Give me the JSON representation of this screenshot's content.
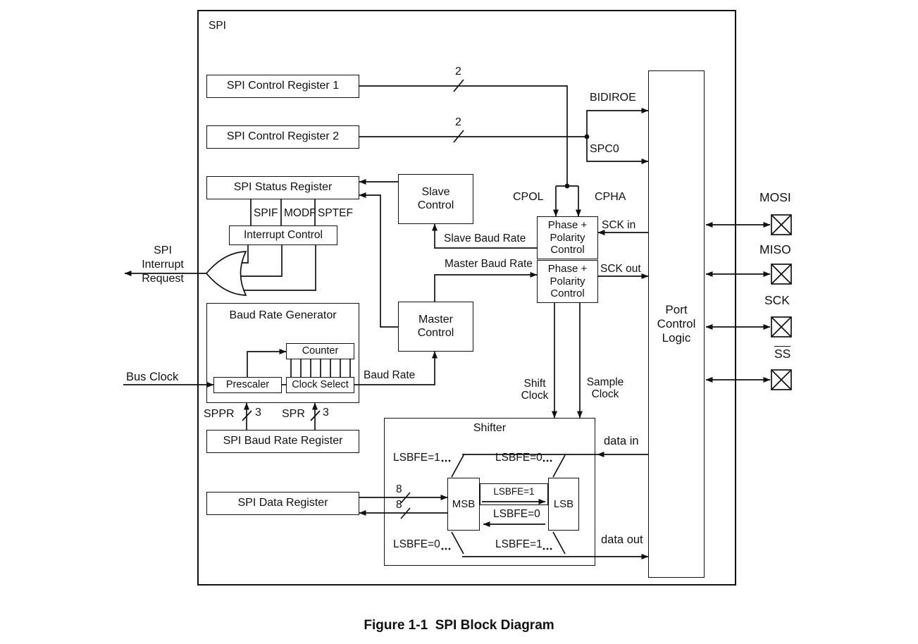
{
  "diagram": {
    "title": "SPI",
    "caption": "Figure 1-1  SPI Block Diagram",
    "boxes": {
      "ctrl_reg1": "SPI Control Register 1",
      "ctrl_reg2": "SPI Control Register 2",
      "status_reg": "SPI Status Register",
      "interrupt_ctrl": "Interrupt Control",
      "slave_ctrl": "Slave Control",
      "master_ctrl": "Master Control",
      "phase_polarity_top": "Phase + Polarity Control",
      "phase_polarity_bottom": "Phase + Polarity Control",
      "baud_rate_generator": "Baud Rate Generator",
      "counter": "Counter",
      "prescaler": "Prescaler",
      "clock_select": "Clock Select",
      "baud_rate_reg": "SPI Baud Rate Register",
      "data_reg": "SPI Data Register",
      "port_control": "Port Control Logic",
      "shifter": "Shifter",
      "msb": "MSB",
      "lsb": "LSB",
      "shift_dir_set": "LSBFE=1"
    },
    "labels": {
      "bus_width_ctrl1": "2",
      "bus_width_ctrl2": "2",
      "bidiroe": "BIDIROE",
      "spc0": "SPC0",
      "cpol": "CPOL",
      "cpha": "CPHA",
      "sck_in": "SCK in",
      "sck_out": "SCK out",
      "slave_baud_rate": "Slave Baud Rate",
      "master_baud_rate": "Master Baud Rate",
      "baud_rate": "Baud Rate",
      "spif": "SPIF",
      "modf": "MODF",
      "sptef": "SPTEF",
      "interrupt_request": "SPI Interrupt Request",
      "bus_clock": "Bus Clock",
      "sppr": "SPPR",
      "sppr_width": "3",
      "spr": "SPR",
      "spr_width": "3",
      "shift_clock": "Shift Clock",
      "sample_clock": "Sample Clock",
      "data_width_in": "8",
      "data_width_out": "8",
      "lsbfe1_data_in": "LSBFE=1",
      "lsbfe0_data_in": "LSBFE=0",
      "shift_dir_clear": "LSBFE=0",
      "lsbfe0_data_out": "LSBFE=0",
      "lsbfe1_data_out": "LSBFE=1",
      "data_in": "data in",
      "data_out": "data out"
    },
    "pins": {
      "mosi": "MOSI",
      "miso": "MISO",
      "sck": "SCK",
      "ss": "SS"
    }
  }
}
